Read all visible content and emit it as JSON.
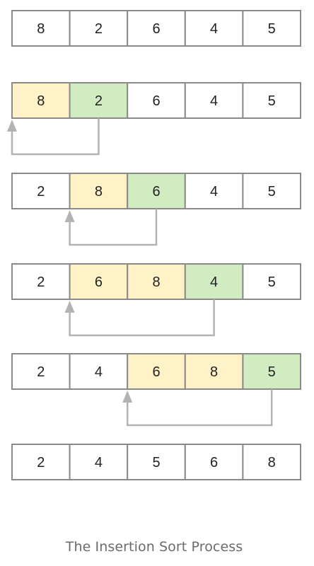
{
  "caption": "The Insertion Sort Process",
  "colors": {
    "sorted_highlight": "#fff2c6",
    "current_key": "#d2ecc2",
    "default": "#ffffff",
    "border": "#8a8a8a",
    "arrow": "#b3b3b3"
  },
  "steps": [
    {
      "values": [
        "8",
        "2",
        "6",
        "4",
        "5"
      ],
      "states": [
        "default",
        "default",
        "default",
        "default",
        "default"
      ],
      "arrow": null
    },
    {
      "values": [
        "8",
        "2",
        "6",
        "4",
        "5"
      ],
      "states": [
        "sorted",
        "key",
        "default",
        "default",
        "default"
      ],
      "arrow": {
        "from": 1,
        "to": 0
      }
    },
    {
      "values": [
        "2",
        "8",
        "6",
        "4",
        "5"
      ],
      "states": [
        "default",
        "sorted",
        "key",
        "default",
        "default"
      ],
      "arrow": {
        "from": 2,
        "to": 1
      }
    },
    {
      "values": [
        "2",
        "6",
        "8",
        "4",
        "5"
      ],
      "states": [
        "default",
        "sorted",
        "sorted",
        "key",
        "default"
      ],
      "arrow": {
        "from": 3,
        "to": 1
      }
    },
    {
      "values": [
        "2",
        "4",
        "6",
        "8",
        "5"
      ],
      "states": [
        "default",
        "default",
        "sorted",
        "sorted",
        "key"
      ],
      "arrow": {
        "from": 4,
        "to": 2
      }
    },
    {
      "values": [
        "2",
        "4",
        "5",
        "6",
        "8"
      ],
      "states": [
        "default",
        "default",
        "default",
        "default",
        "default"
      ],
      "arrow": null
    }
  ]
}
